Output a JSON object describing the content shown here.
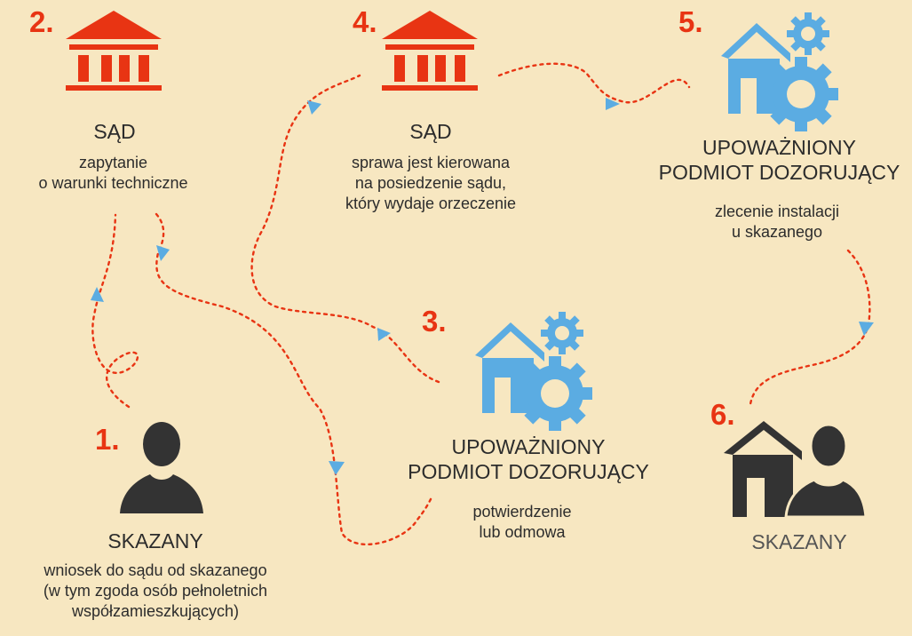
{
  "colors": {
    "background": "#f7e7c1",
    "court": "#e83413",
    "agency": "#5bace2",
    "person": "#333333",
    "number": "#e83413",
    "dotted_line": "#e83413",
    "arrow": "#5bace2"
  },
  "steps": [
    {
      "number": "1.",
      "icon": "person-icon",
      "title": "SKAZANY",
      "description": [
        "wniosek do sądu od skazanego",
        "(w tym zgoda osób pełnoletnich",
        "współzamieszkujących)"
      ]
    },
    {
      "number": "2.",
      "icon": "court-building-icon",
      "title": "SĄD",
      "description": [
        "zapytanie",
        "o warunki techniczne"
      ]
    },
    {
      "number": "3.",
      "icon": "house-gears-icon",
      "title": [
        "UPOWAŻNIONY",
        "PODMIOT DOZORUJĄCY"
      ],
      "description": [
        "potwierdzenie",
        "lub odmowa"
      ]
    },
    {
      "number": "4.",
      "icon": "court-building-icon",
      "title": "SĄD",
      "description": [
        "sprawa jest kierowana",
        "na posiedzenie sądu,",
        "który wydaje orzeczenie"
      ]
    },
    {
      "number": "5.",
      "icon": "house-gears-icon",
      "title": [
        "UPOWAŻNIONY",
        "PODMIOT DOZORUJĄCY"
      ],
      "description": [
        "zlecenie instalacji",
        "u skazanego"
      ]
    },
    {
      "number": "6.",
      "icon": "person-house-icon",
      "title": "SKAZANY",
      "description": []
    }
  ]
}
